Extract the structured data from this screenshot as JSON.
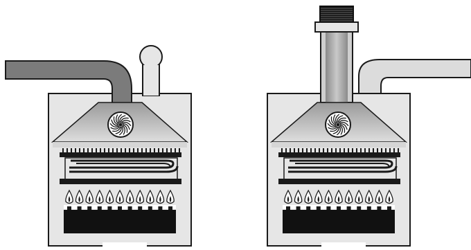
{
  "figure": {
    "panels": [
      {
        "id": "left-boiler",
        "flue_style": "side-pipe-with-round-cap",
        "burner_flames": 11
      },
      {
        "id": "right-boiler",
        "flue_style": "vertical-chimney-with-side-pipe",
        "burner_flames": 11
      }
    ],
    "colors": {
      "outline": "#1a1a1a",
      "casing_fill": "#e6e6e6",
      "hood_fill": "#a9a9a9",
      "pipe_dark": "#7b7b7b",
      "pipe_light": "#dcdcdc",
      "burner": "#111111",
      "fan_fill": "#ffffff"
    },
    "icons": [
      "fan-icon",
      "heat-exchanger-coil-icon",
      "flame-icon",
      "burner-icon"
    ]
  }
}
